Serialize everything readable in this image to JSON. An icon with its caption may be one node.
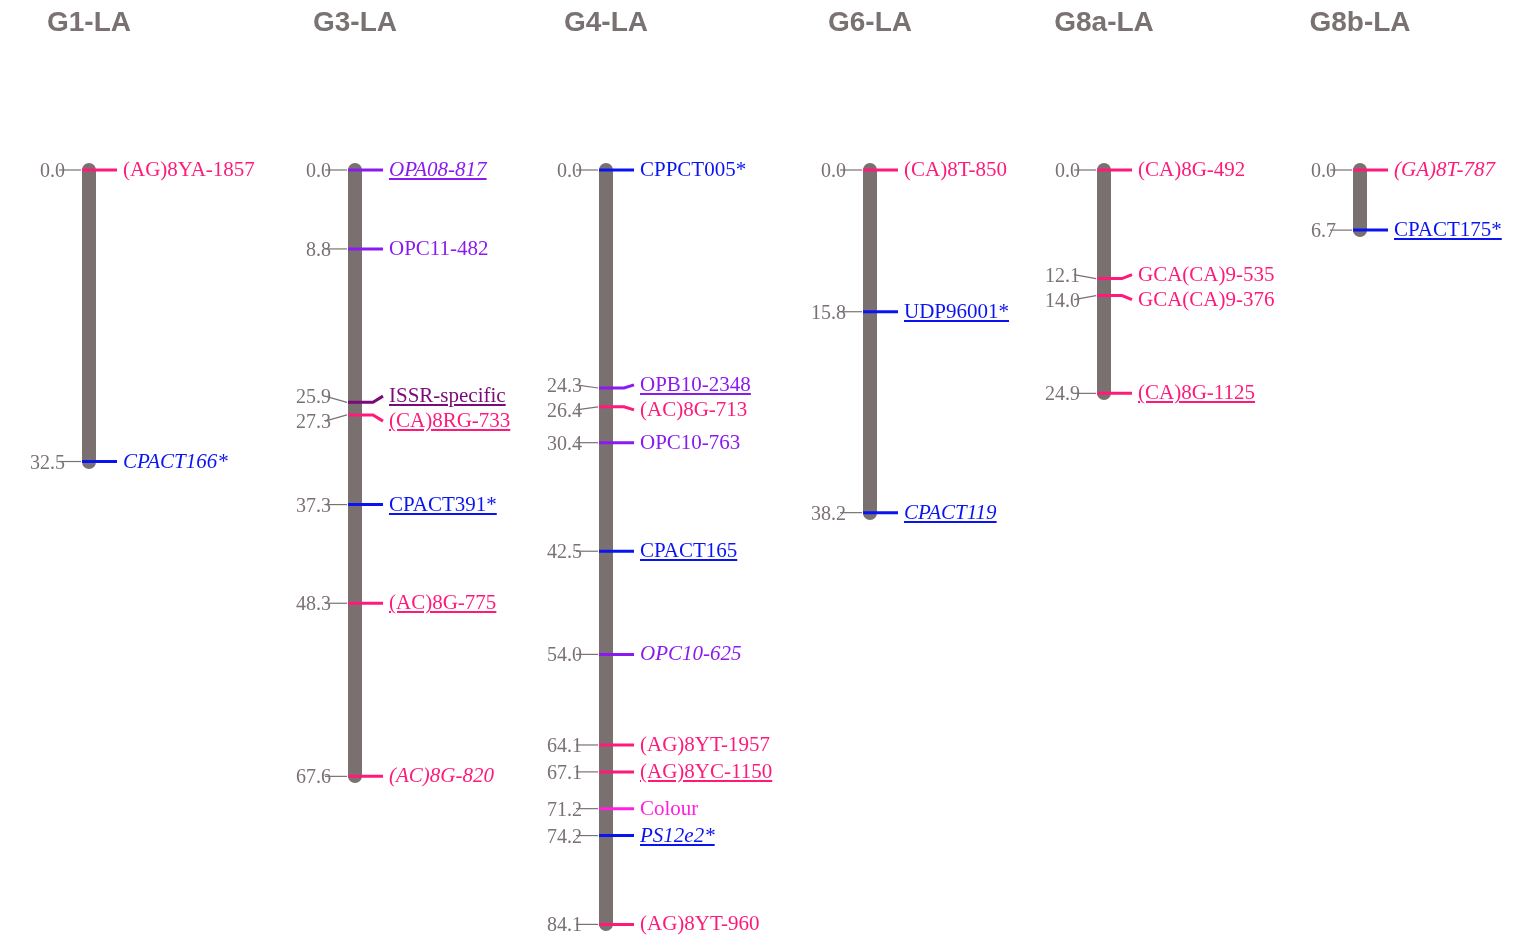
{
  "diagram": {
    "nodes": [
      {
        "text": [
          "G1-LA",
          "0.0",
          "(AG)8YA-1857",
          "32.5",
          "CPACT166*"
        ]
      },
      {
        "text": [
          "G3-LA",
          "0.0",
          "OPA08-817",
          "8.8",
          "OPC11-482",
          "25.9",
          "ISSR-specific",
          "27.3",
          "(CA)8RG-733",
          "37.3",
          "CPACT391*",
          "48.3",
          "(AC)8G-775",
          "67.6",
          "(AC)8G-820"
        ]
      },
      {
        "text": [
          "G4-LA",
          "0.0",
          "CPPCT005*",
          "24.3",
          "OPB10-2348",
          "26.4",
          "(AC)8G-713",
          "30.4",
          "OPC10-763",
          "42.5",
          "CPACT165",
          "54.0",
          "OPC10-625",
          "64.1",
          "(AG)8YT-1957",
          "67.1",
          "(AG)8YC-1150",
          "71.2",
          "Colour",
          "74.2",
          "PS12e2*",
          "84.1",
          "(AG)8YT-960"
        ]
      },
      {
        "text": [
          "G6-LA",
          "0.0",
          "(CA)8T-850",
          "15.8",
          "UDP96001*",
          "38.2",
          "CPACT119"
        ]
      },
      {
        "text": [
          "G8a-LA",
          "0.0",
          "(CA)8G-492",
          "12.1",
          "GCA(CA)9-535",
          "14.0",
          "GCA(CA)9-376",
          "24.9",
          "(CA)8G-1125"
        ]
      },
      {
        "text": [
          "G8b-LA",
          "0.0",
          "(GA)8T-787",
          "6.7",
          "CPACT175*"
        ]
      }
    ]
  }
}
